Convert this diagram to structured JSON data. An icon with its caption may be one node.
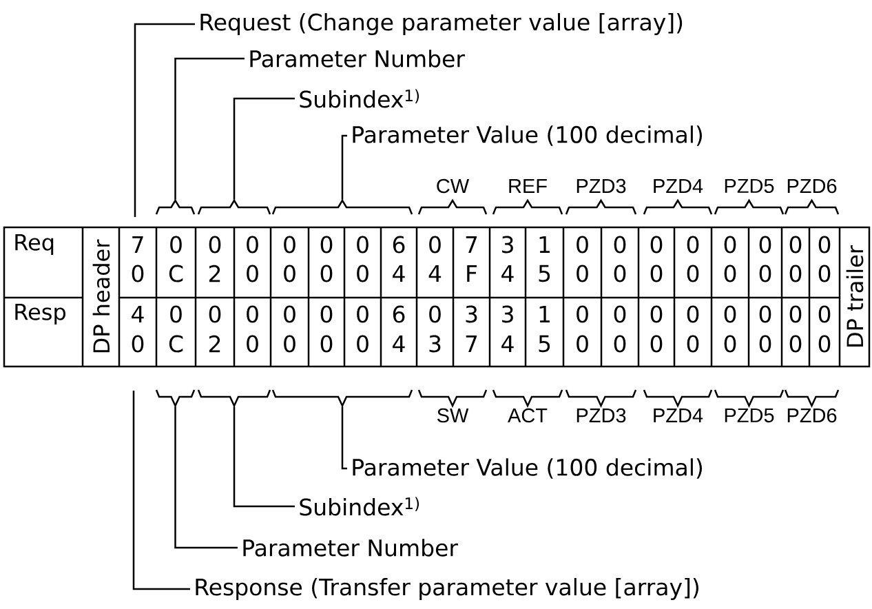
{
  "diagram": {
    "nodes": [
      {
        "text": [
          "Request (Change parameter value [array])"
        ]
      },
      {
        "text": [
          "Parameter Number"
        ]
      },
      {
        "text": [
          "Subindex$^{1)}$"
        ]
      },
      {
        "text": [
          "Parameter Value (100 decimal)"
        ]
      },
      {
        "text": [
          "Parameter Value (100 decimal)"
        ]
      },
      {
        "text": [
          "Subindex$^{1)}$"
        ]
      },
      {
        "text": [
          "Parameter Number"
        ]
      },
      {
        "text": [
          "Response (Transfer parameter value [array])"
        ]
      },
      {
        "text": [],
        "shape": "brace"
      },
      {
        "text": [],
        "shape": "brace"
      },
      {
        "text": [],
        "shape": "brace"
      },
      {
        "text": [],
        "shape": "brace"
      },
      {
        "text": [],
        "shape": "brace"
      },
      {
        "text": [],
        "shape": "brace"
      }
    ],
    "edges": [
      {
        "from": 0,
        "to": null,
        "arrow": "none"
      },
      {
        "from": 1,
        "to": 8,
        "arrow": "none"
      },
      {
        "from": 2,
        "to": 9,
        "arrow": "none"
      },
      {
        "from": 3,
        "to": 10,
        "arrow": "none"
      },
      {
        "from": 4,
        "to": 11,
        "arrow": "none"
      },
      {
        "from": 5,
        "to": 12,
        "arrow": "none"
      },
      {
        "from": 6,
        "to": 13,
        "arrow": "none"
      },
      {
        "from": 7,
        "to": null,
        "arrow": "none"
      }
    ],
    "labels": [
      "CW",
      "REF",
      "PZD3",
      "PZD4",
      "PZD5",
      "PZD6",
      "Req",
      "DP header",
      "7",
      "0",
      "0",
      "0",
      "0",
      "0",
      "0",
      "6",
      "0",
      "7",
      "3",
      "1",
      "0",
      "0",
      "0",
      "0",
      "0",
      "0",
      "0",
      "0",
      "0",
      "C",
      "2",
      "0",
      "0",
      "0",
      "0",
      "4",
      "4",
      "F",
      "4",
      "5",
      "0",
      "0",
      "0",
      "0",
      "0",
      "0",
      "0",
      "0",
      "DP trailer",
      "Resp",
      "4",
      "0",
      "0",
      "0",
      "0",
      "0",
      "0",
      "6",
      "0",
      "3",
      "3",
      "1",
      "0",
      "0",
      "0",
      "0",
      "0",
      "0",
      "0",
      "0",
      "0",
      "C",
      "2",
      "0",
      "0",
      "0",
      "0",
      "4",
      "3",
      "7",
      "4",
      "5",
      "0",
      "0",
      "0",
      "0",
      "0",
      "0",
      "0",
      "0",
      "SW",
      "ACT",
      "PZD3",
      "PZD4",
      "PZD5",
      "PZD6"
    ]
  }
}
